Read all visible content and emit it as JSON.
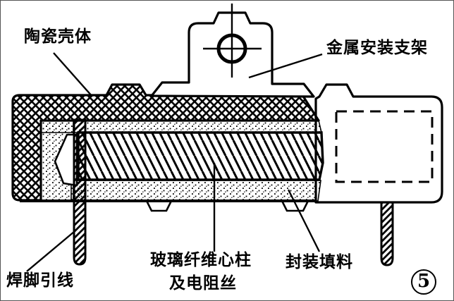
{
  "figure": {
    "labels": {
      "ceramic_shell": "陶瓷壳体",
      "metal_bracket": "金属安装支架",
      "solder_lead": "焊脚引线",
      "core_line1": "玻璃纤维心柱",
      "core_line2": "及电阻丝",
      "filler": "封装填料"
    },
    "figure_number": "5",
    "colors": {
      "ink": "#000000",
      "background": "#ffffff"
    }
  }
}
